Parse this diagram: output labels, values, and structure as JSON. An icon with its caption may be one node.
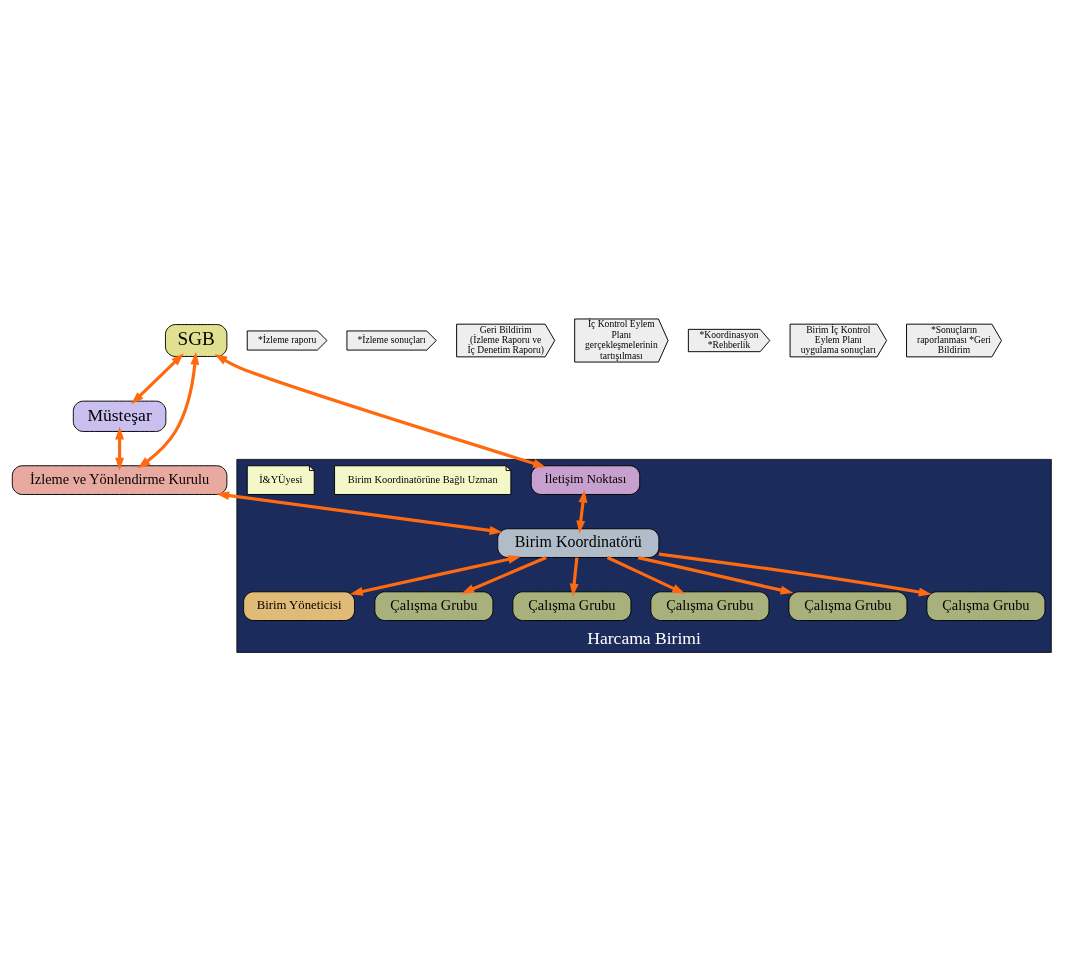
{
  "diagram": {
    "nodes": [
      {
        "text": [
          "Müsteşar"
        ]
      },
      {
        "text": [
          "SGB"
        ]
      },
      {
        "text": [
          "İzleme ve Yönlendirme Kurulu"
        ]
      },
      {
        "text": [
          "Harcama Birimi"
        ]
      },
      {
        "text": [
          "İletişim Noktası"
        ],
        "in": 3
      },
      {
        "text": [
          "Birim Koordinatörü"
        ],
        "in": 3
      },
      {
        "text": [
          "Birim Yöneticisi"
        ],
        "in": 3
      },
      {
        "text": [
          "Birim Koordinatörüne Bağlı Uzman"
        ],
        "in": 3
      },
      {
        "text": [
          "İ&YÜyesi"
        ],
        "in": 3
      },
      {
        "text": [
          "Çalışma Grubu"
        ],
        "in": 3
      },
      {
        "text": [
          "Çalışma Grubu"
        ],
        "in": 3
      },
      {
        "text": [
          "Çalışma Grubu"
        ],
        "in": 3
      },
      {
        "text": [
          "Çalışma Grubu"
        ],
        "in": 3
      },
      {
        "text": [
          "Çalışma Grubu"
        ],
        "in": 3
      },
      {
        "text": [
          "*İzleme raporu"
        ]
      },
      {
        "text": [
          "*İzleme sonuçları"
        ]
      },
      {
        "text": [
          "Geri Bildirim (İzleme Raporu ve İç Denetim Raporu)"
        ]
      },
      {
        "text": [
          "İç Kontrol Eylem Planı gerçekleşmelerinin tartışılması"
        ]
      },
      {
        "text": [
          "*Koordinasyon *Rehberlik"
        ]
      },
      {
        "text": [
          "Birim İç Kontrol Eylem Planı uygulama sonuçları"
        ]
      },
      {
        "text": [
          "*Sonuçların raporlanması *Geri Bildirim"
        ]
      }
    ],
    "edges": [
      {
        "from": 1,
        "to": 0,
        "arrow": "both"
      },
      {
        "from": 1,
        "to": 2,
        "arrow": "both"
      },
      {
        "from": 0,
        "to": 2,
        "arrow": "both"
      },
      {
        "from": 1,
        "to": 4,
        "arrow": "both"
      },
      {
        "from": 2,
        "to": 5,
        "arrow": "both"
      },
      {
        "from": 4,
        "to": 5,
        "arrow": "both"
      },
      {
        "from": 5,
        "to": 6,
        "arrow": "both"
      },
      {
        "from": 5,
        "to": 9,
        "arrow": "to"
      },
      {
        "from": 5,
        "to": 10,
        "arrow": "to"
      },
      {
        "from": 5,
        "to": 11,
        "arrow": "to"
      },
      {
        "from": 5,
        "to": 12,
        "arrow": "to"
      },
      {
        "from": 5,
        "to": 13,
        "arrow": "to"
      }
    ]
  }
}
